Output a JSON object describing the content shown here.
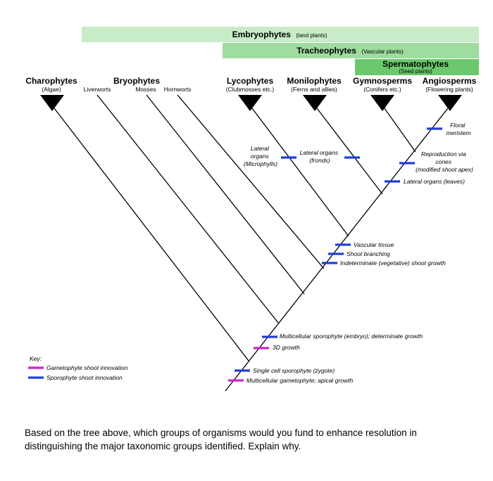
{
  "bands": {
    "embryophytes": {
      "title": "Embryophytes",
      "sub": "(land plants)",
      "color": "#c8ecc8"
    },
    "tracheophytes": {
      "title": "Tracheophytes",
      "sub": "(Vascular plants)",
      "color": "#9fdc9f"
    },
    "spermatophytes": {
      "title": "Spermatophytes",
      "sub": "(Seed plants)",
      "color": "#6cc86c"
    }
  },
  "taxa": {
    "charophytes": {
      "name": "Charophytes",
      "sub": "(Algae)"
    },
    "bryophytes": {
      "name": "Bryophytes"
    },
    "liverworts": {
      "name": "Liverworts"
    },
    "mosses": {
      "name": "Mosses"
    },
    "hornworts": {
      "name": "Hornworts"
    },
    "lycophytes": {
      "name": "Lycophytes",
      "sub": "(Clubmosses etc.)"
    },
    "monilophytes": {
      "name": "Monilophytes",
      "sub": "(Ferns and allies)"
    },
    "gymnosperms": {
      "name": "Gymnosperms",
      "sub": "(Conifers etc.)"
    },
    "angiosperms": {
      "name": "Angiosperms",
      "sub": "(Flowering plants)"
    }
  },
  "characters": {
    "floral_meristem": [
      "Floral",
      "meristem"
    ],
    "reproduction_cones": [
      "Reproduction via",
      "cones",
      "(modified shoot apex)"
    ],
    "lateral_leaves": "Lateral organs (leaves)",
    "lateral_microphylls": [
      "Lateral",
      "organs",
      "(Microphylls)"
    ],
    "lateral_fronds": [
      "Lateral organs",
      "(fronds)"
    ],
    "vascular_tissue": "Vascular tissue",
    "shoot_branching": "Shoot branching",
    "indeterminate": "Indeterminate (vegetative) shoot growth",
    "multicellular_sporophyte": "Multicellular sporophyte (embryo); determinate growth",
    "growth_3d": "3D growth",
    "single_cell_sporophyte": "Single cell sporophyte (zygote)",
    "multicellular_gametophyte": "Multicellular gametophyte; apical growth"
  },
  "key": {
    "title": "Key:",
    "gametophyte": "Gametophyte shoot innovation",
    "sporophyte": "Sporophyte shoot innovation"
  },
  "colors": {
    "gametophyte": "#cc22cc",
    "sporophyte": "#1f3fd6",
    "branch": "#000000"
  },
  "question": "Based on the tree above, which groups of organisms would you fund to enhance resolution in distinguishing the major taxonomic groups identified.  Explain why."
}
